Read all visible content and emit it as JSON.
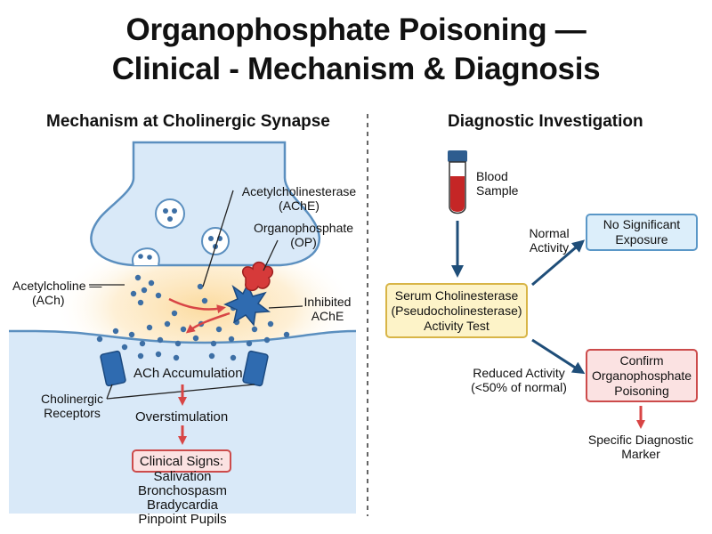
{
  "title": {
    "line1": "Organophosphate Poisoning —",
    "line2": "Clinical - Mechanism & Diagnosis"
  },
  "left_panel": {
    "heading": "Mechanism at Cholinergic Synapse",
    "labels": {
      "ache_line1": "Acetylcholinesterase",
      "ache_line2": "(AChE)",
      "op_line1": "Organophosphate",
      "op_line2": "(OP)",
      "ach_line1": "Acetylcholine —",
      "ach_line2": "(ACh)",
      "inhibited_line1": "Inhibited",
      "inhibited_line2": "AChE",
      "accumulation": "ACh Accumulation",
      "receptors_line1": "Cholinergic",
      "receptors_line2": "Receptors",
      "overstimulation": "Overstimulation"
    },
    "clinical_signs": {
      "heading": "Clinical Signs:",
      "items": [
        "Salivation",
        "Bronchospasm",
        "Bradycardia",
        "Pinpoint Pupils"
      ]
    }
  },
  "right_panel": {
    "heading": "Diagnostic Investigation",
    "blood_line1": "Blood",
    "blood_line2": "Sample",
    "test_line1": "Serum Cholinesterase",
    "test_line2": "(Pseudocholinesterase)",
    "test_line3": "Activity Test",
    "normal_line1": "Normal",
    "normal_line2": "Activity",
    "no_exposure_line1": "No Significant",
    "no_exposure_line2": "Exposure",
    "reduced_line1": "Reduced Activity",
    "reduced_line2": "(<50% of normal)",
    "confirm_line1": "Confirm",
    "confirm_line2": "Organophosphate",
    "confirm_line3": "Poisoning",
    "marker_line1": "Specific Diagnostic",
    "marker_line2": "Marker"
  },
  "colors": {
    "synapse_fill": "#d9e9f8",
    "synapse_stroke": "#5b8fbf",
    "ach_dot": "#3d6fa5",
    "ache_enzyme": "#2f6bb0",
    "organophosphate": "#d63a3a",
    "arrow_red": "#d84545",
    "arrow_navy": "#1f4e79",
    "glow": "#fbe3b0"
  }
}
